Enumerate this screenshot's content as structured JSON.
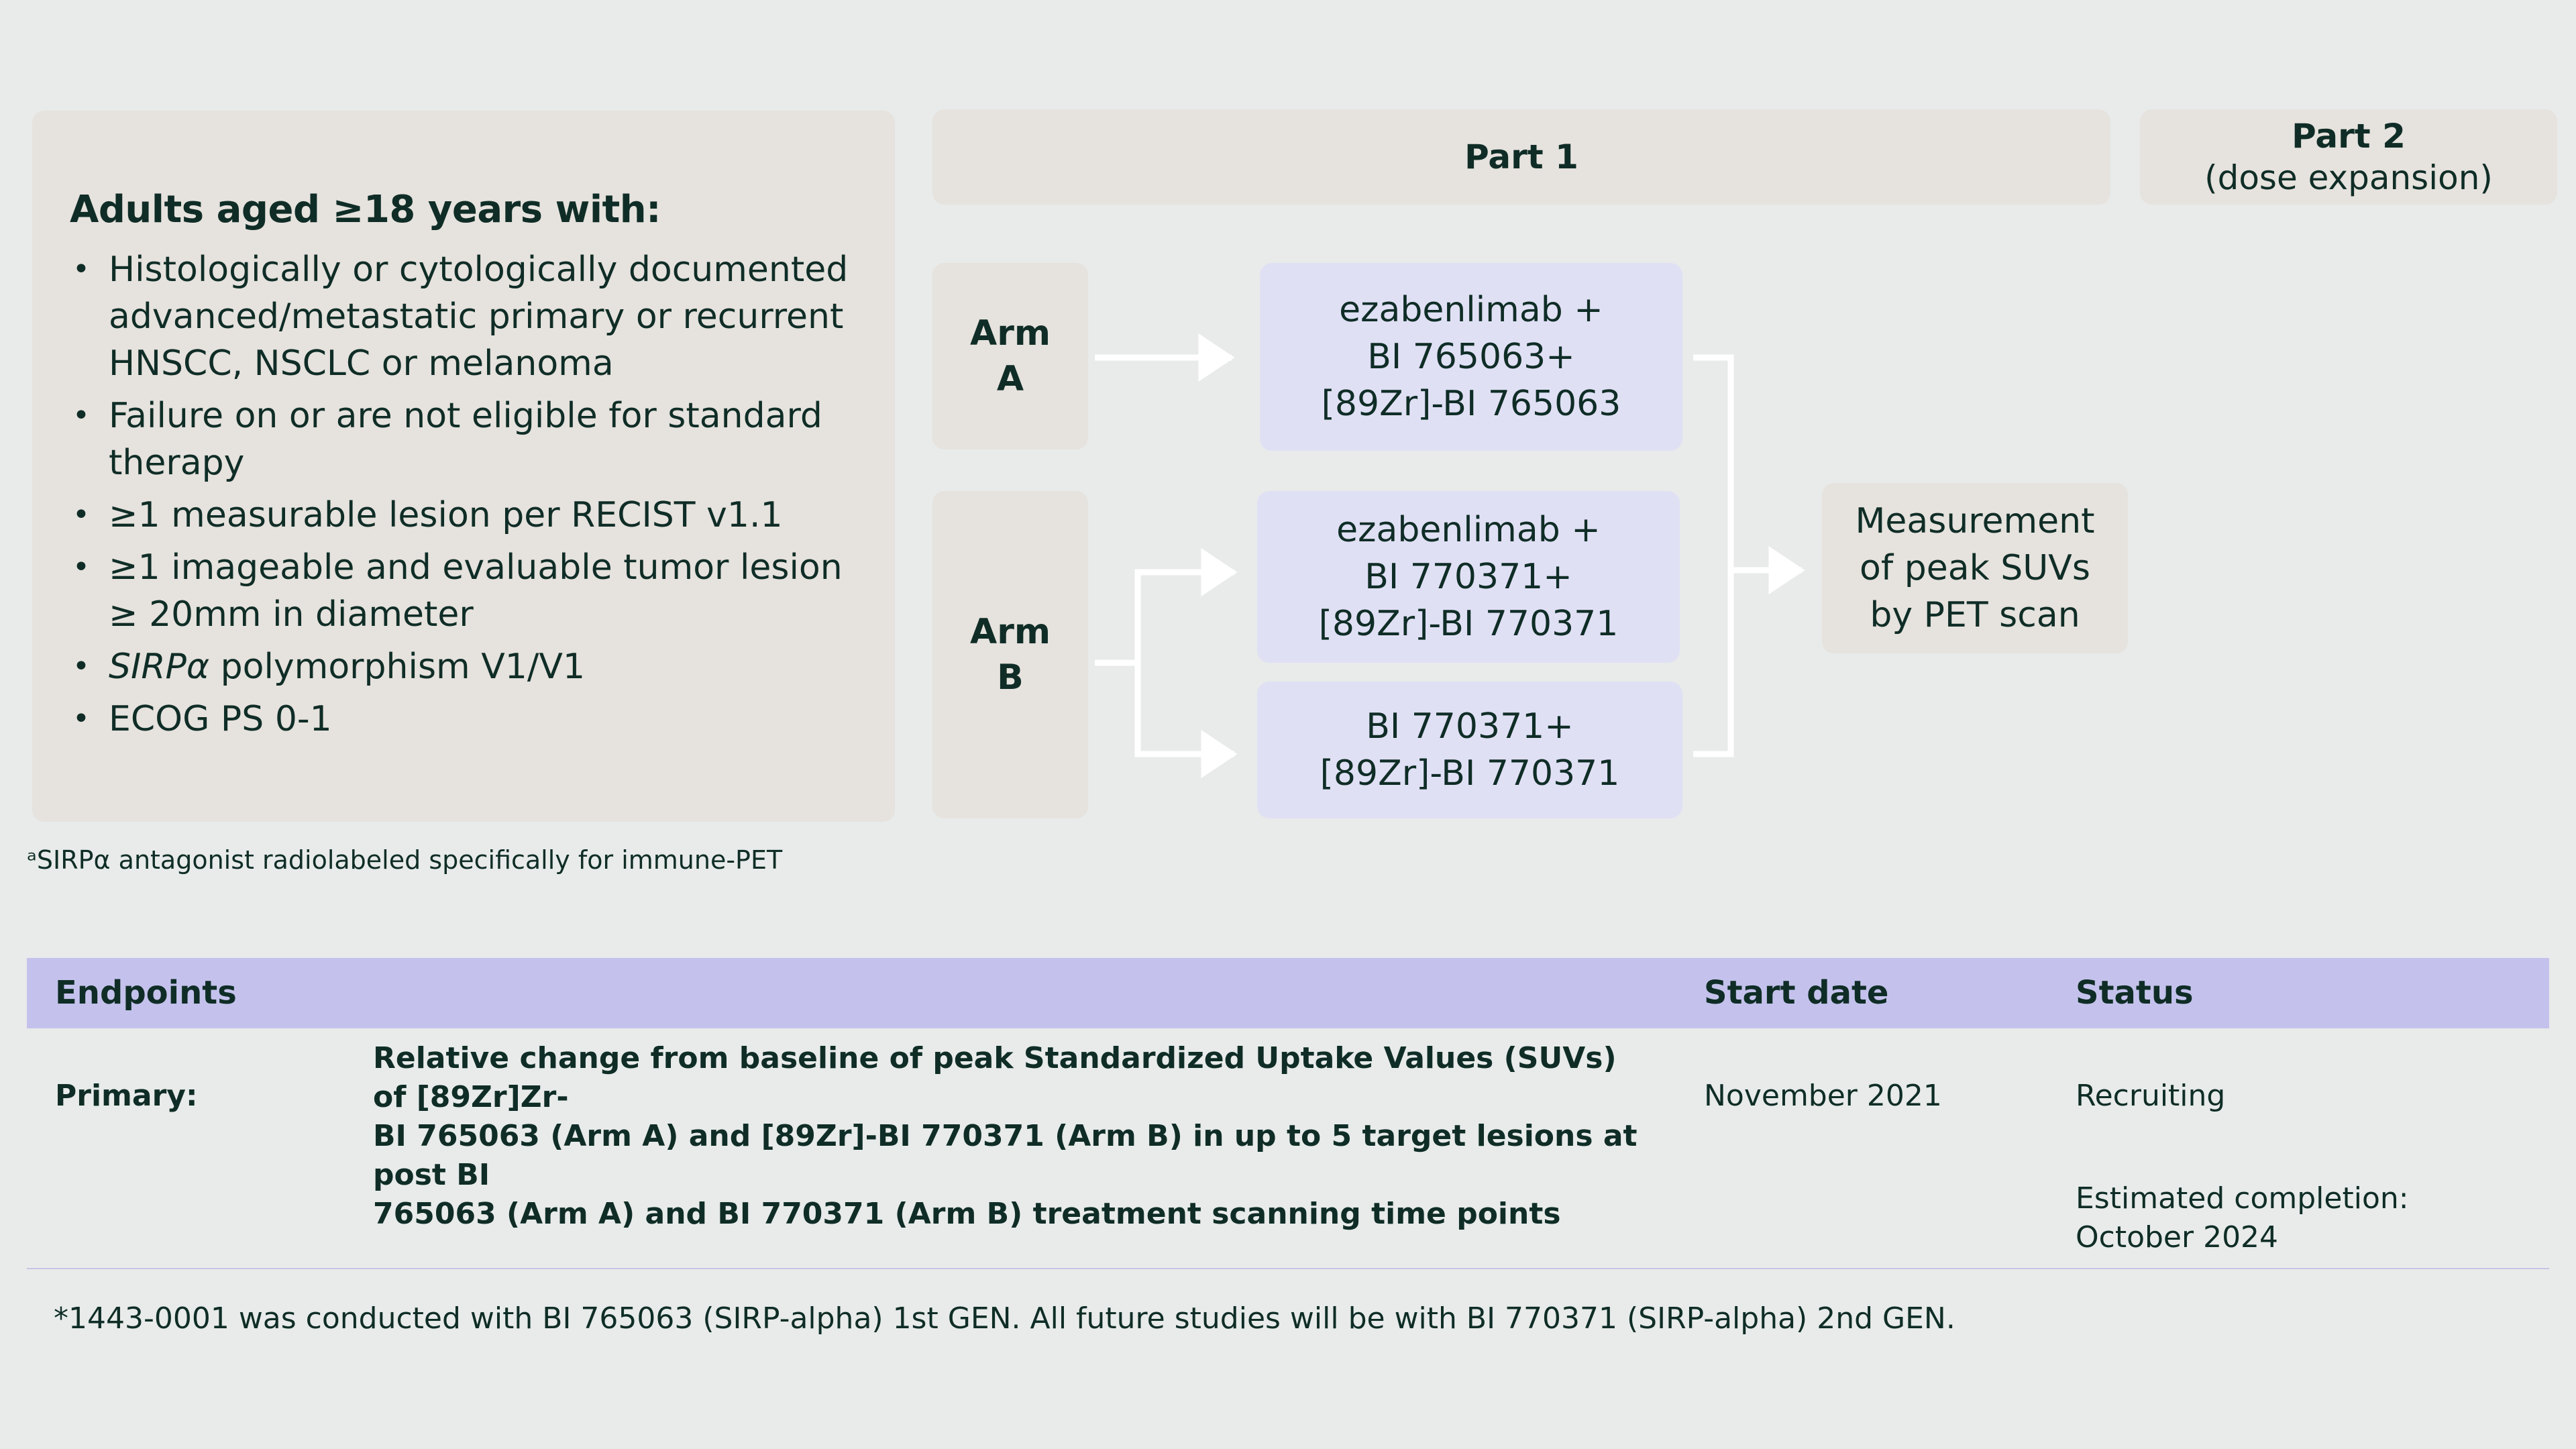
{
  "eligibility": {
    "heading": "Adults aged ≥18 years with:",
    "items": [
      "Histologically or cytologically documented advanced/metastatic primary or recurrent HNSCC, NSCLC or melanoma",
      "Failure on or are not eligible for standard therapy",
      "≥1 measurable lesion per RECIST v1.1",
      "≥1 imageable and evaluable tumor lesion ≥ 20mm in diameter",
      "SIRPα polymorphism V1/V1",
      "ECOG PS 0-1"
    ],
    "item5_italic": "SIRPα",
    "item5_rest": " polymorphism V1/V1"
  },
  "part1": {
    "label": "Part 1"
  },
  "part2": {
    "label": "Part 2",
    "sublabel": "(dose expansion)"
  },
  "arms": {
    "a": {
      "line1": "Arm",
      "line2": "A"
    },
    "b": {
      "line1": "Arm",
      "line2": "B"
    }
  },
  "treatments": {
    "a": [
      "ezabenlimab +",
      "BI 765063+",
      "[89Zr]-BI 765063"
    ],
    "b1": [
      "ezabenlimab +",
      "BI 770371+",
      "[89Zr]-BI 770371"
    ],
    "b2": [
      "BI 770371+",
      "[89Zr]-BI 770371"
    ]
  },
  "measurement": [
    "Measurement",
    "of peak SUVs",
    "by PET scan"
  ],
  "footnote_a": "ᵃSIRPα antagonist radiolabeled specifically for immune-PET",
  "endpoints_table": {
    "headers": {
      "endpoints": "Endpoints",
      "start_date": "Start date",
      "status": "Status"
    },
    "row": {
      "type": "Primary:",
      "description_lines": [
        "Relative change from baseline of peak Standardized Uptake Values (SUVs) of [89Zr]Zr-",
        "BI 765063 (Arm A) and [89Zr]-BI 770371 (Arm B) in up to 5 target lesions at post BI",
        "765063 (Arm A) and BI 770371 (Arm B) treatment scanning time points"
      ],
      "start_date": "November 2021",
      "status": "Recruiting",
      "completion_label": "Estimated completion:",
      "completion_date": "October 2024"
    }
  },
  "bottom_note": "*1443-0001 was conducted with BI 765063 (SIRP-alpha) 1st GEN. All future studies will be with BI 770371 (SIRP-alpha) 2nd GEN.",
  "colors": {
    "background": "#e8ebea",
    "beige_box": "#e6e2de",
    "lavender_box": "#e0e0f5",
    "table_header": "#c4c2ec",
    "text": "#0f2d26",
    "arrow": "#ffffff"
  }
}
